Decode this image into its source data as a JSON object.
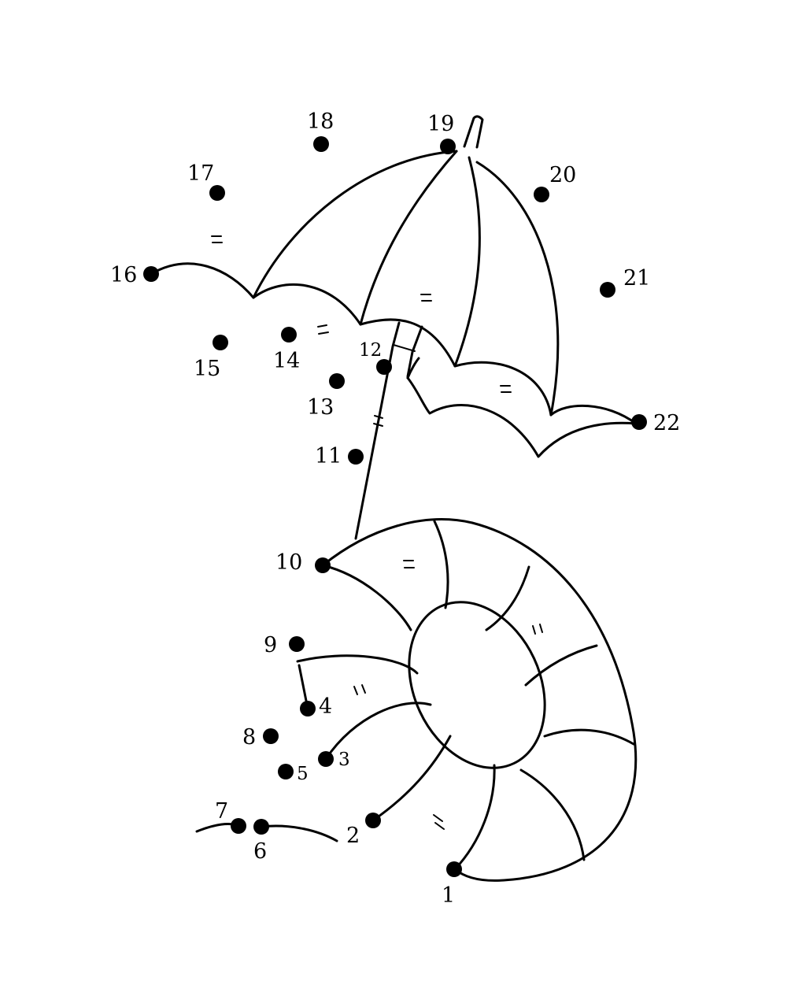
{
  "dots": [
    {
      "label": "1"
    },
    {
      "label": "2"
    },
    {
      "label": "3"
    },
    {
      "label": "4"
    },
    {
      "label": "5"
    },
    {
      "label": "6"
    },
    {
      "label": "7"
    },
    {
      "label": "8"
    },
    {
      "label": "9"
    },
    {
      "label": "10"
    },
    {
      "label": "11"
    },
    {
      "label": "12"
    },
    {
      "label": "13"
    },
    {
      "label": "14"
    },
    {
      "label": "15"
    },
    {
      "label": "16"
    },
    {
      "label": "17"
    },
    {
      "label": "18"
    },
    {
      "label": "19"
    },
    {
      "label": "20"
    },
    {
      "label": "21"
    },
    {
      "label": "22"
    }
  ],
  "colors": {
    "ink": "#000000",
    "paper": "#ffffff"
  }
}
